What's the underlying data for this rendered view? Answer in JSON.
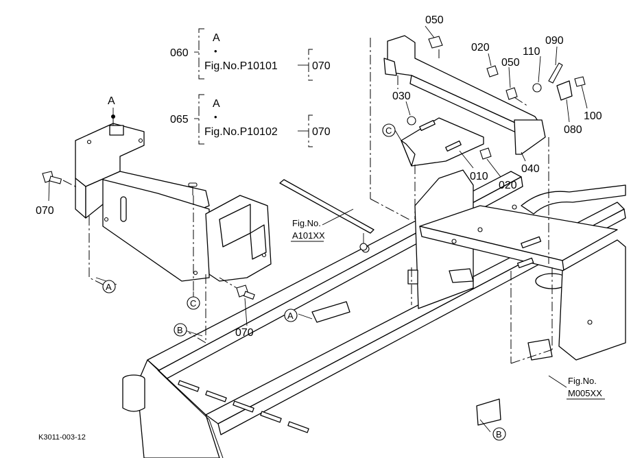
{
  "diagram": {
    "ref_code": "K3011-003-12",
    "parts": {
      "p010": "010",
      "p020a": "020",
      "p020b": "020",
      "p030": "030",
      "p040": "040",
      "p050a": "050",
      "p050b": "050",
      "p060": "060",
      "p065": "065",
      "p070_sub1": "070",
      "p070_sub2": "070",
      "p070_left": "070",
      "p070_bottom": "070",
      "p080": "080",
      "p090": "090",
      "p100": "100",
      "p110": "110"
    },
    "subref1": {
      "letter": "A",
      "dot": "•",
      "fig": "Fig.No.P10101"
    },
    "subref2": {
      "letter": "A",
      "dot": "•",
      "fig": "Fig.No.P10102"
    },
    "markers": {
      "A_top": "A",
      "A_circle1": "A",
      "A_circle2": "A",
      "B_circle1": "B",
      "B_circle2": "B",
      "C_circle1": "C",
      "C_circle2": "C"
    },
    "fig_refs": {
      "a101": {
        "line1": "Fig.No.",
        "line2": "A101XX"
      },
      "m005": {
        "line1": "Fig.No.",
        "line2": "M005XX"
      }
    }
  }
}
